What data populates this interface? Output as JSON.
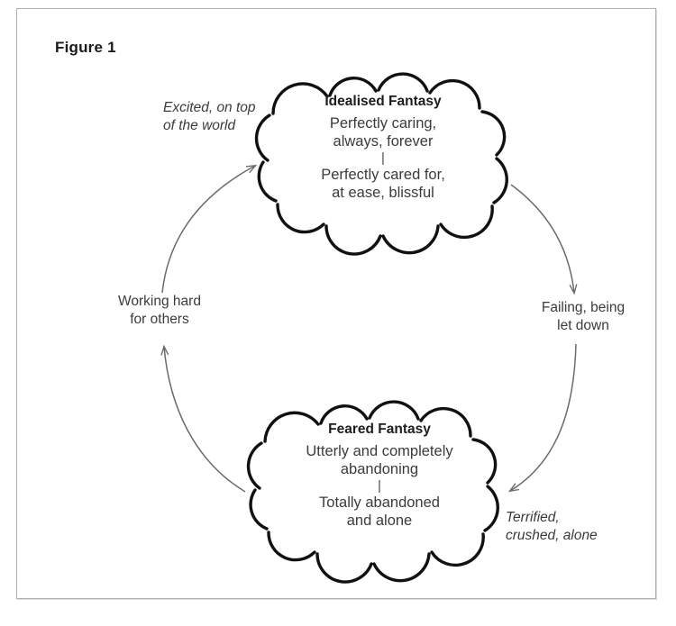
{
  "figure": {
    "caption": "Figure 1"
  },
  "clouds": [
    {
      "id": "idealised-fantasy",
      "title": "Idealised Fantasy",
      "lines_upper": [
        "Perfectly caring,",
        "always, forever"
      ],
      "divider": "|",
      "lines_lower": [
        "Perfectly cared for,",
        "at ease, blissful"
      ]
    },
    {
      "id": "feared-fantasy",
      "title": "Feared Fantasy",
      "lines_upper": [
        "Utterly and completely",
        "abandoning"
      ],
      "divider": "|",
      "lines_lower": [
        "Totally abandoned",
        "and alone"
      ]
    }
  ],
  "edge_labels": [
    {
      "id": "excited",
      "lines": [
        "Excited, on top",
        "of the world"
      ],
      "style": "italic"
    },
    {
      "id": "failing",
      "lines": [
        "Failing, being",
        "let down"
      ],
      "style": "normal"
    },
    {
      "id": "terrified",
      "lines": [
        "Terrified,",
        "crushed, alone"
      ],
      "style": "italic"
    },
    {
      "id": "working",
      "lines": [
        "Working hard",
        "for others"
      ],
      "style": "normal"
    }
  ],
  "colors": {
    "cloud_outline": "#111111",
    "arrow_stroke": "#6b6b6b",
    "body_text": "#3b3b3b",
    "title_text": "#1d1d1d",
    "frame_border": "#b0b0b0",
    "background": "#ffffff"
  },
  "chart_data": {
    "type": "diagram",
    "title": "Figure 1",
    "nodes": [
      {
        "id": "idealised-fantasy",
        "label": "Idealised Fantasy",
        "content": "Perfectly caring, always, forever | Perfectly cared for, at ease, blissful",
        "shape": "cloud",
        "position": "top"
      },
      {
        "id": "feared-fantasy",
        "label": "Feared Fantasy",
        "content": "Utterly and completely abandoning | Totally abandoned and alone",
        "shape": "cloud",
        "position": "bottom"
      }
    ],
    "edges": [
      {
        "from": "idealised-fantasy",
        "to": "feared-fantasy",
        "label": "Failing, being let down",
        "side": "right",
        "direction": "clockwise"
      },
      {
        "from": "feared-fantasy",
        "to": "idealised-fantasy",
        "label": "Working hard for others",
        "side": "left",
        "direction": "clockwise"
      }
    ],
    "annotations": [
      {
        "text": "Excited, on top of the world",
        "attached_to": "idealised-fantasy",
        "side": "upper-left",
        "style": "italic"
      },
      {
        "text": "Terrified, crushed, alone",
        "attached_to": "feared-fantasy",
        "side": "lower-right",
        "style": "italic"
      }
    ],
    "layout": "vicious-cycle-loop"
  }
}
